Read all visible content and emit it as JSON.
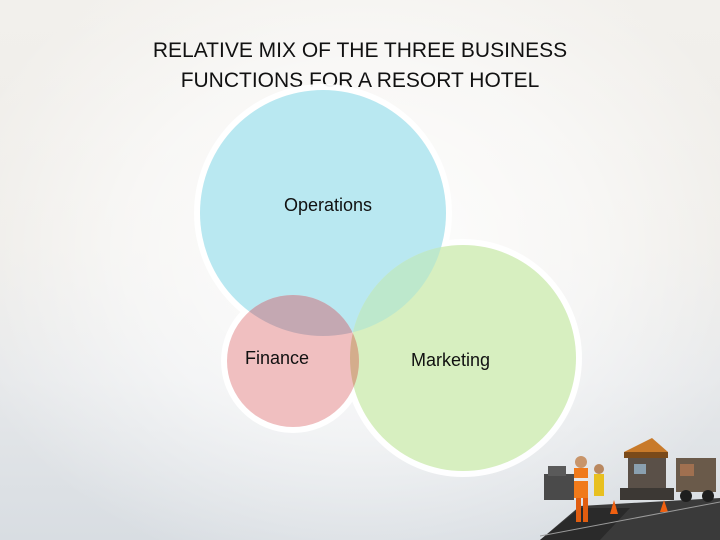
{
  "title": "RELATIVE MIX OF THE THREE BUSINESS\nFUNCTIONS FOR A RESORT HOTEL",
  "diagram": {
    "type": "venn",
    "sets": [
      {
        "id": "operations",
        "label": "Operations",
        "color": "#b9e8f1",
        "relative_size": "large"
      },
      {
        "id": "marketing",
        "label": "Marketing",
        "color": "#d7efc0",
        "relative_size": "large"
      },
      {
        "id": "finance",
        "label": "Finance",
        "color": "#f0bfc0",
        "relative_size": "small"
      }
    ],
    "overlap_colors": {
      "operations_finance": "#c4a8b2",
      "operations_marketing": "#bde8cc",
      "finance_marketing": "#d4ad8c"
    }
  },
  "decoration": {
    "image": "road-paving-crew-illustration"
  }
}
